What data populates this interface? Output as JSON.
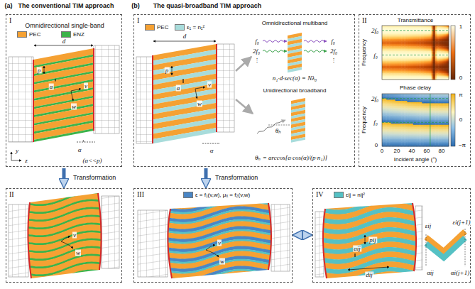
{
  "diagram": {
    "nodes": [
      {
        "text": [
          "I",
          "Omnidirectional single-band"
        ]
      },
      {
        "text": [
          "II"
        ]
      },
      {
        "text": [
          "I"
        ]
      },
      {
        "text": [
          "II"
        ]
      },
      {
        "text": [
          "III"
        ]
      },
      {
        "text": [
          "IV"
        ]
      }
    ],
    "edges": [
      {
        "from": 0,
        "to": 1,
        "arrow": "to",
        "label": "Transformation"
      },
      {
        "from": 2,
        "to": 4,
        "arrow": "to",
        "label": "Transformation"
      },
      {
        "from": 4,
        "to": 5,
        "arrow": "both"
      }
    ],
    "labels": [
      "(a)",
      "The conventional TIM approach",
      "(b)",
      "The quasi-broadband TIM approach",
      "d",
      "p",
      "a",
      "v",
      "w",
      "y",
      "z",
      "α",
      "(a<<p)",
      "v",
      "w",
      "d",
      "p",
      "a",
      "v",
      "w",
      "α",
      "Omnidirectional multiband",
      "f₀",
      "2f₀",
      "⋮",
      "f₀",
      "2f₀",
      "⋮",
      "n₁·d·sec(α) = Nλ₀",
      "Unidirectional broadband",
      "θₕ",
      "θₕ = arccos[a·cos(α)/(p·n₁)]",
      "Transmittance",
      "Phase delay",
      "Frequency",
      "Frequency",
      "2f₀",
      "f₀",
      "2f₀",
      "f₀",
      "0",
      "0",
      "20",
      "40",
      "60",
      "80",
      "Incident angle (°)",
      "1",
      "0",
      "π",
      "0",
      "−π",
      "v",
      "w",
      "aij",
      "pij",
      "dij",
      "εij",
      "εi(j+1)",
      "αij",
      "αi(j+1)"
    ],
    "legend": [
      {
        "text": "PEC",
        "color": "#f5a133"
      },
      {
        "text": "ENZ",
        "color": "#3cb34a"
      },
      {
        "text": "PEC",
        "color": "#f5a133"
      },
      {
        "text": "ε₁ = n₁²",
        "color": "#a8dcdb"
      },
      {
        "text": "ε = f₁(v,w), μₓ = f₂(v,w)",
        "color": "#4a86c5"
      },
      {
        "text": "εij = nij²",
        "color": "#55c1c4"
      }
    ]
  }
}
